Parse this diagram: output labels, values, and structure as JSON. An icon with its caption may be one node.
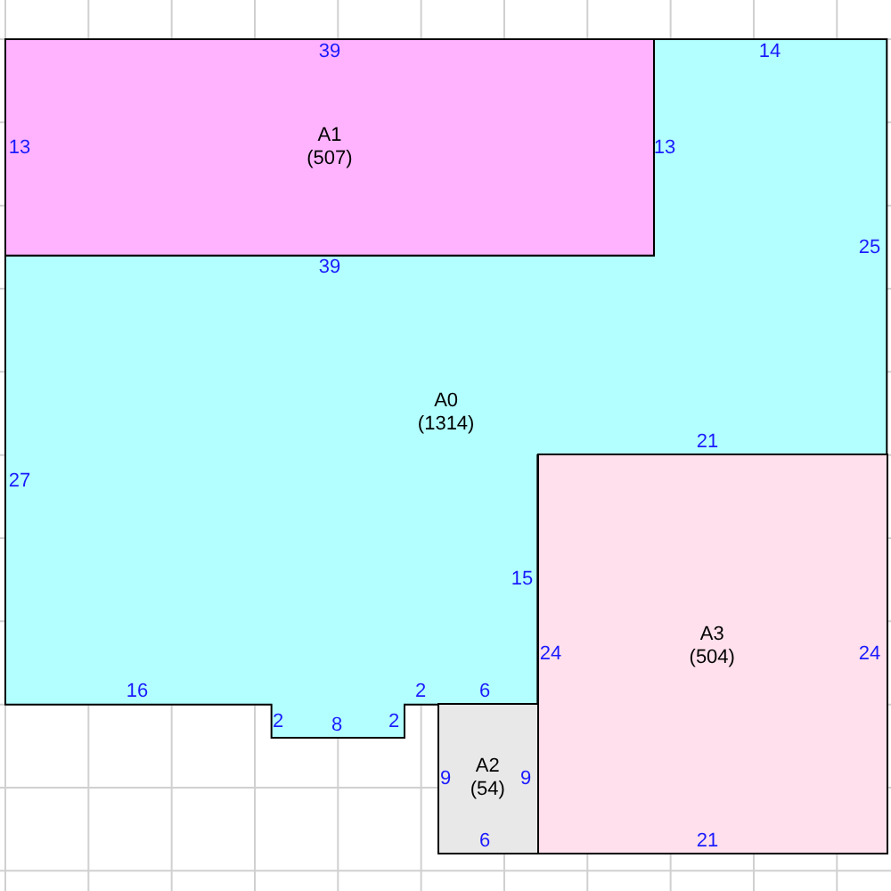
{
  "diagram": {
    "nodes": [
      {
        "text": [
          "A0",
          "(1314)"
        ]
      },
      {
        "text": [
          "A1",
          "(507)"
        ]
      },
      {
        "text": [
          "A2",
          "(54)"
        ]
      },
      {
        "text": [
          "A3",
          "(504)"
        ]
      }
    ],
    "labels": [
      "39",
      "14",
      "13",
      "13",
      "25",
      "39",
      "21",
      "27",
      "15",
      "24",
      "24",
      "16",
      "2",
      "6",
      "2",
      "8",
      "2",
      "9",
      "9",
      "6",
      "21"
    ]
  }
}
